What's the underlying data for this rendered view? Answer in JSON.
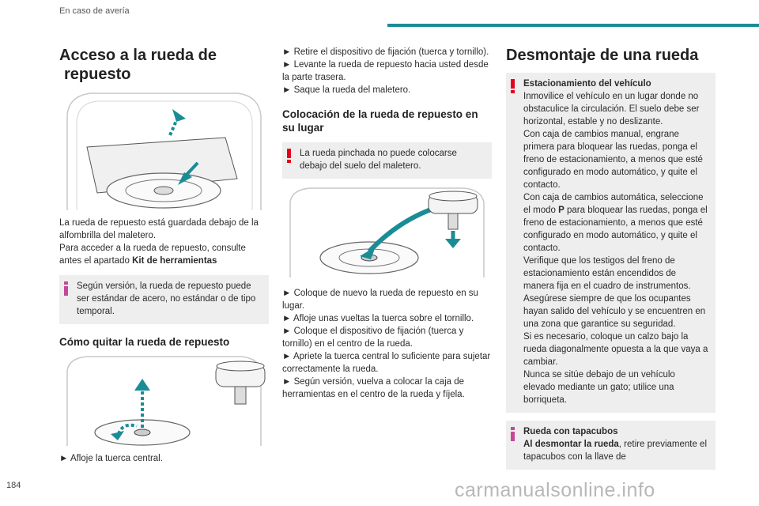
{
  "header": {
    "section": "En caso de avería"
  },
  "page_number": "184",
  "watermark": "carmanualsonline.info",
  "col1": {
    "title_line1": "Acceso a la rueda de",
    "title_line2": "repuesto",
    "para1": "La rueda de repuesto está guardada debajo de la alfombrilla del maletero.",
    "para2_prefix": "Para acceder a la rueda de repuesto, consulte antes el apartado ",
    "para2_bold": "Kit de herramientas",
    "note_info": "Según versión, la rueda de repuesto puede ser estándar de acero, no estándar o de tipo temporal.",
    "subtitle": "Cómo quitar la rueda de repuesto",
    "step1": "► Afloje la tuerca central."
  },
  "col2": {
    "step_a": "► Retire el dispositivo de fijación (tuerca y tornillo).",
    "step_b": "► Levante la rueda de repuesto hacia usted desde la parte trasera.",
    "step_c": "► Saque la rueda del maletero.",
    "subtitle": "Colocación de la rueda de repuesto en su lugar",
    "note_warn": "La rueda pinchada no puede colocarse debajo del suelo del maletero.",
    "steps": [
      "► Coloque de nuevo la rueda de repuesto en su lugar.",
      "► Afloje unas vueltas la tuerca sobre el tornillo.",
      "► Coloque el dispositivo de fijación (tuerca y tornillo) en el centro de la rueda.",
      "► Apriete la tuerca central lo suficiente para sujetar correctamente la rueda.",
      "► Según versión, vuelva a colocar la caja de herramientas en el centro de la rueda y fíjela."
    ]
  },
  "col3": {
    "title": "Desmontaje de una rueda",
    "warn_title": "Estacionamiento del vehículo",
    "warn_p1": "Inmovilice el vehículo en un lugar donde no obstaculice la circulación. El suelo debe ser horizontal, estable y no deslizante.",
    "warn_p2": "Con caja de cambios manual, engrane primera para bloquear las ruedas, ponga el freno de estacionamiento, a menos que esté configurado en modo automático, y quite el contacto.",
    "warn_p3_prefix": "Con caja de cambios automática, seleccione el modo ",
    "warn_p3_bold": "P",
    "warn_p3_suffix": " para bloquear las ruedas, ponga el freno de estacionamiento, a menos que esté configurado en modo automático, y quite el contacto.",
    "warn_p4": "Verifique que los testigos del freno de estacionamiento están encendidos de manera fija en el cuadro de instrumentos.",
    "warn_p5": "Asegúrese siempre de que los ocupantes hayan salido del vehículo y se encuentren en una zona que garantice su seguridad.",
    "warn_p6": "Si es necesario, coloque un calzo bajo la rueda diagonalmente opuesta a la que vaya a cambiar.",
    "warn_p7": "Nunca se sitúe debajo de un vehículo elevado mediante un gato; utilice una borriqueta.",
    "info_title": "Rueda con tapacubos",
    "info_bold": "Al desmontar la rueda",
    "info_text": ", retire previamente el tapacubos con la llave de"
  },
  "colors": {
    "accent": "#1a8c95",
    "warning": "#e3001b",
    "info": "#c4489a",
    "note_bg": "#eeeeee"
  }
}
